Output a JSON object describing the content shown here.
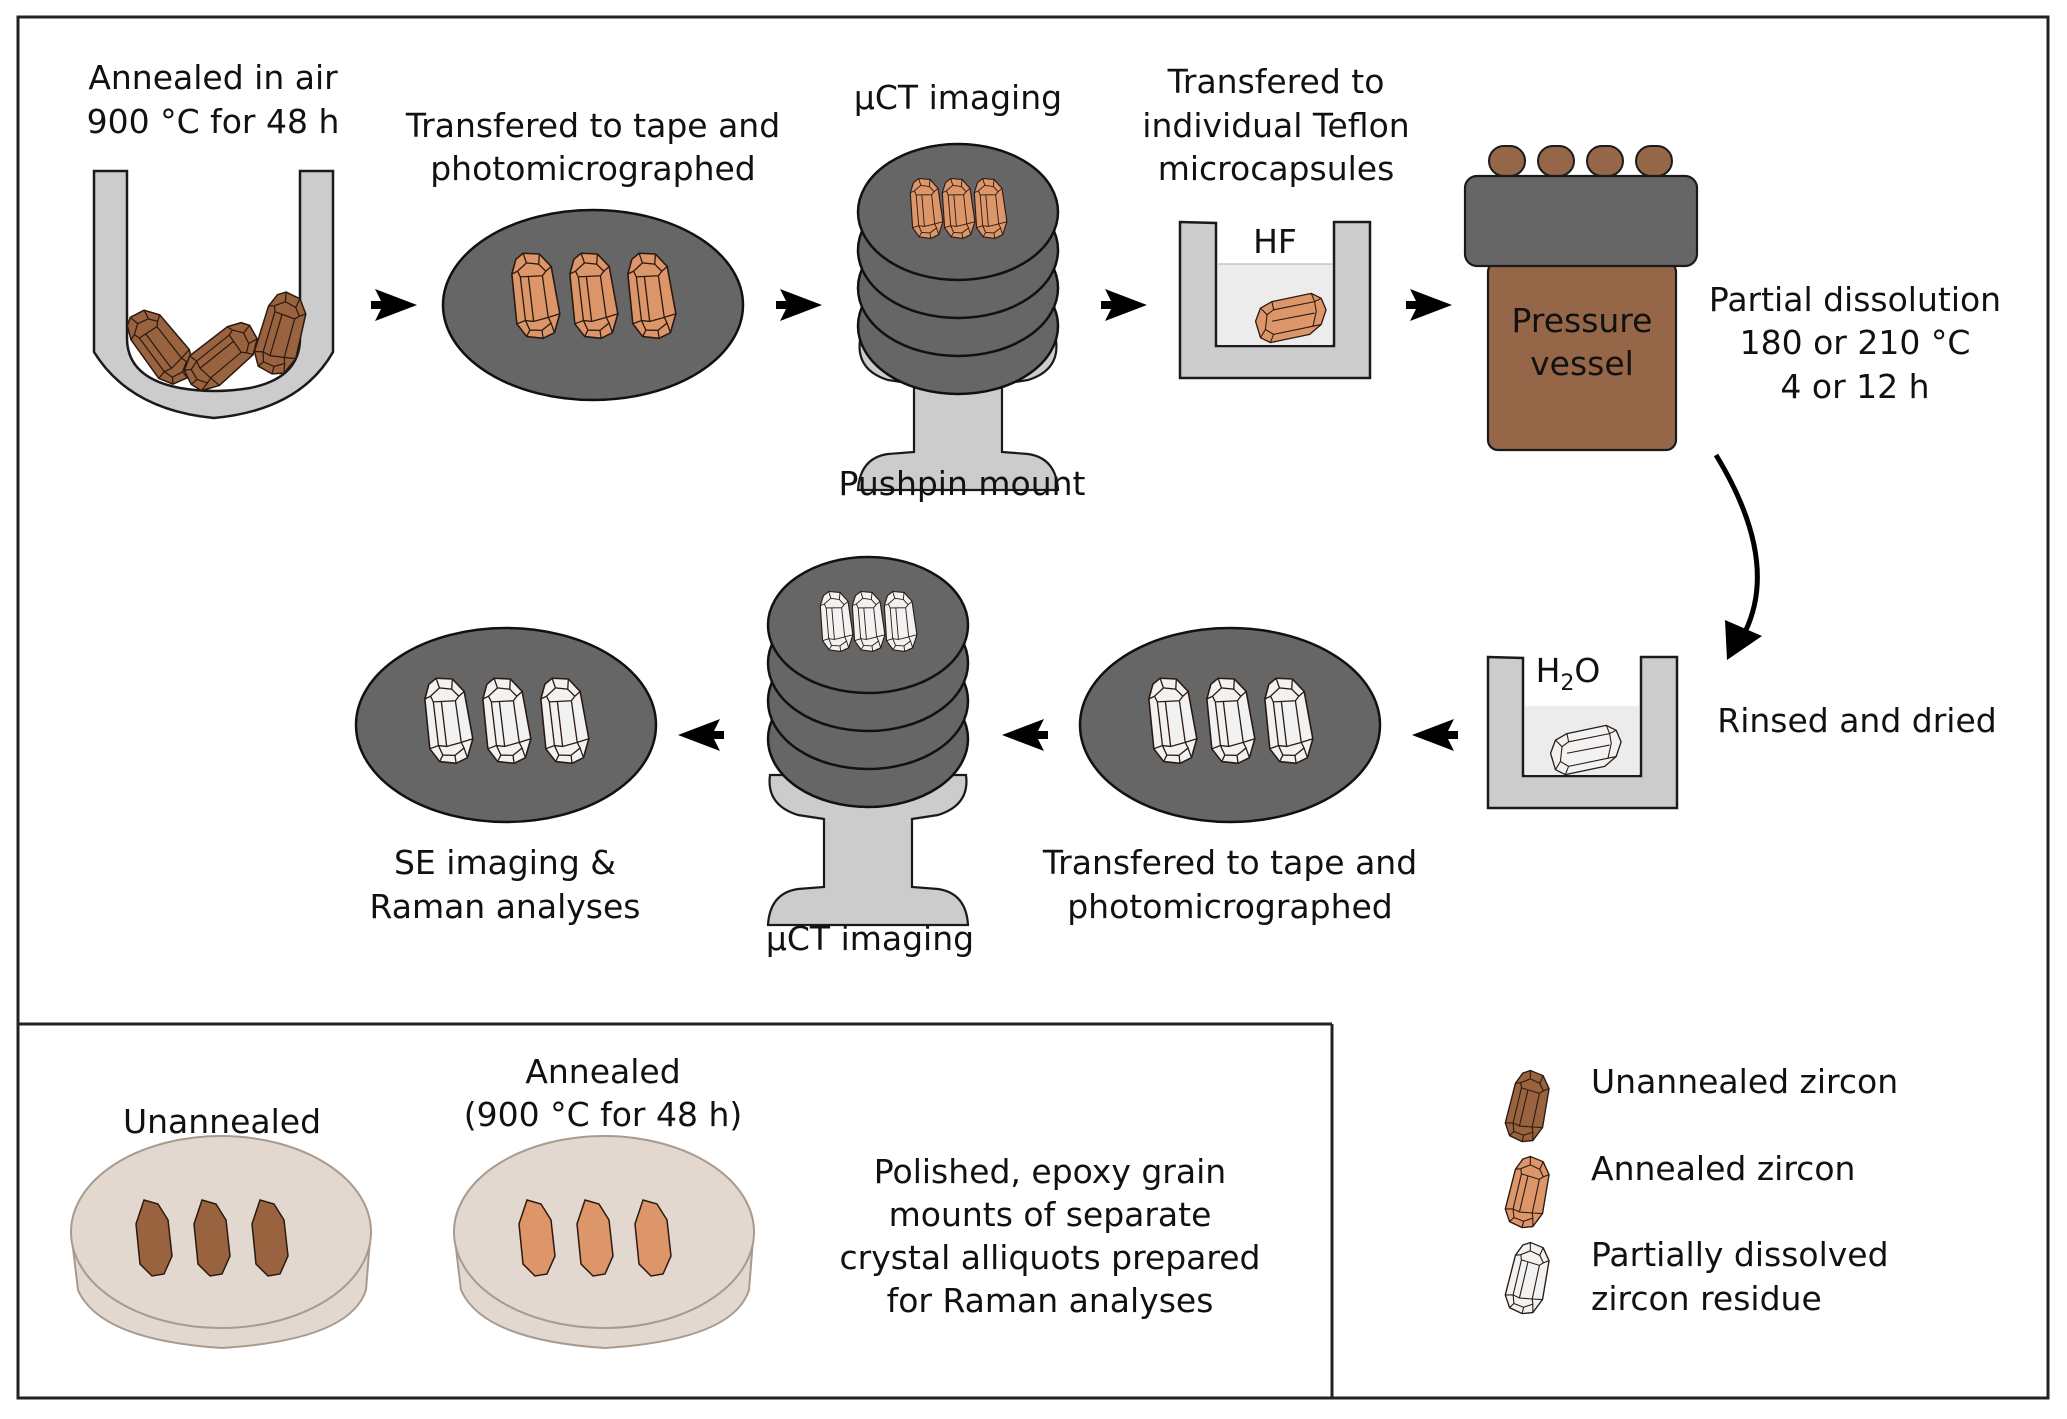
{
  "figure": {
    "title": "Zircon partial dissolution workflow",
    "colors": {
      "unannealed": "#99633f",
      "annealed": "#dc9669",
      "annealed_dark": "#d07838",
      "residue": "#f2f2f2",
      "tape_mount": "#666666",
      "teflon": "#cccccc",
      "vessel_body": "#956748",
      "vessel_cap": "#666666",
      "epoxy_mount": "#e3d8d0"
    }
  },
  "row1": {
    "step1": {
      "line1": "Annealed in air",
      "line2": "900 °C for 48 h"
    },
    "step2": {
      "line1": "Transfered to tape and",
      "line2": "photomicrographed"
    },
    "step3": {
      "top": "µCT imaging",
      "bottom": "Pushpin mount"
    },
    "step4": {
      "line1": "Transfered to",
      "line2": "individual Teflon",
      "line3": "microcapsules",
      "reagent": "HF"
    },
    "step5": {
      "vessel_line1": "Pressure",
      "vessel_line2": "vessel"
    },
    "conditions": {
      "line1": "Partial dissolution",
      "line2": "180 or 210 °C",
      "line3": "4 or 12 h"
    }
  },
  "row2": {
    "rinse": {
      "reagent_main": "H",
      "reagent_sub": "2",
      "reagent_tail": "O",
      "label": "Rinsed and dried"
    },
    "tape": {
      "line1": "Transfered to tape and",
      "line2": "photomicrographed"
    },
    "uct": {
      "label": "µCT imaging"
    },
    "final": {
      "line1": "SE imaging &",
      "line2": "Raman analyses"
    }
  },
  "bottom_panel": {
    "unannealed_label": "Unannealed",
    "annealed_label_line1": "Annealed",
    "annealed_label_line2": "(900 °C for 48 h)",
    "description": {
      "line1": "Polished, epoxy grain",
      "line2": "mounts of separate",
      "line3": "crystal alliquots prepared",
      "line4": "for Raman analyses"
    }
  },
  "legend": {
    "items": [
      {
        "icon": "unannealed-zircon-icon",
        "line1": "Unannealed zircon",
        "line2": ""
      },
      {
        "icon": "annealed-zircon-icon",
        "line1": "Annealed zircon",
        "line2": ""
      },
      {
        "icon": "residue-zircon-icon",
        "line1": "Partially dissolved",
        "line2": "zircon residue"
      }
    ]
  }
}
